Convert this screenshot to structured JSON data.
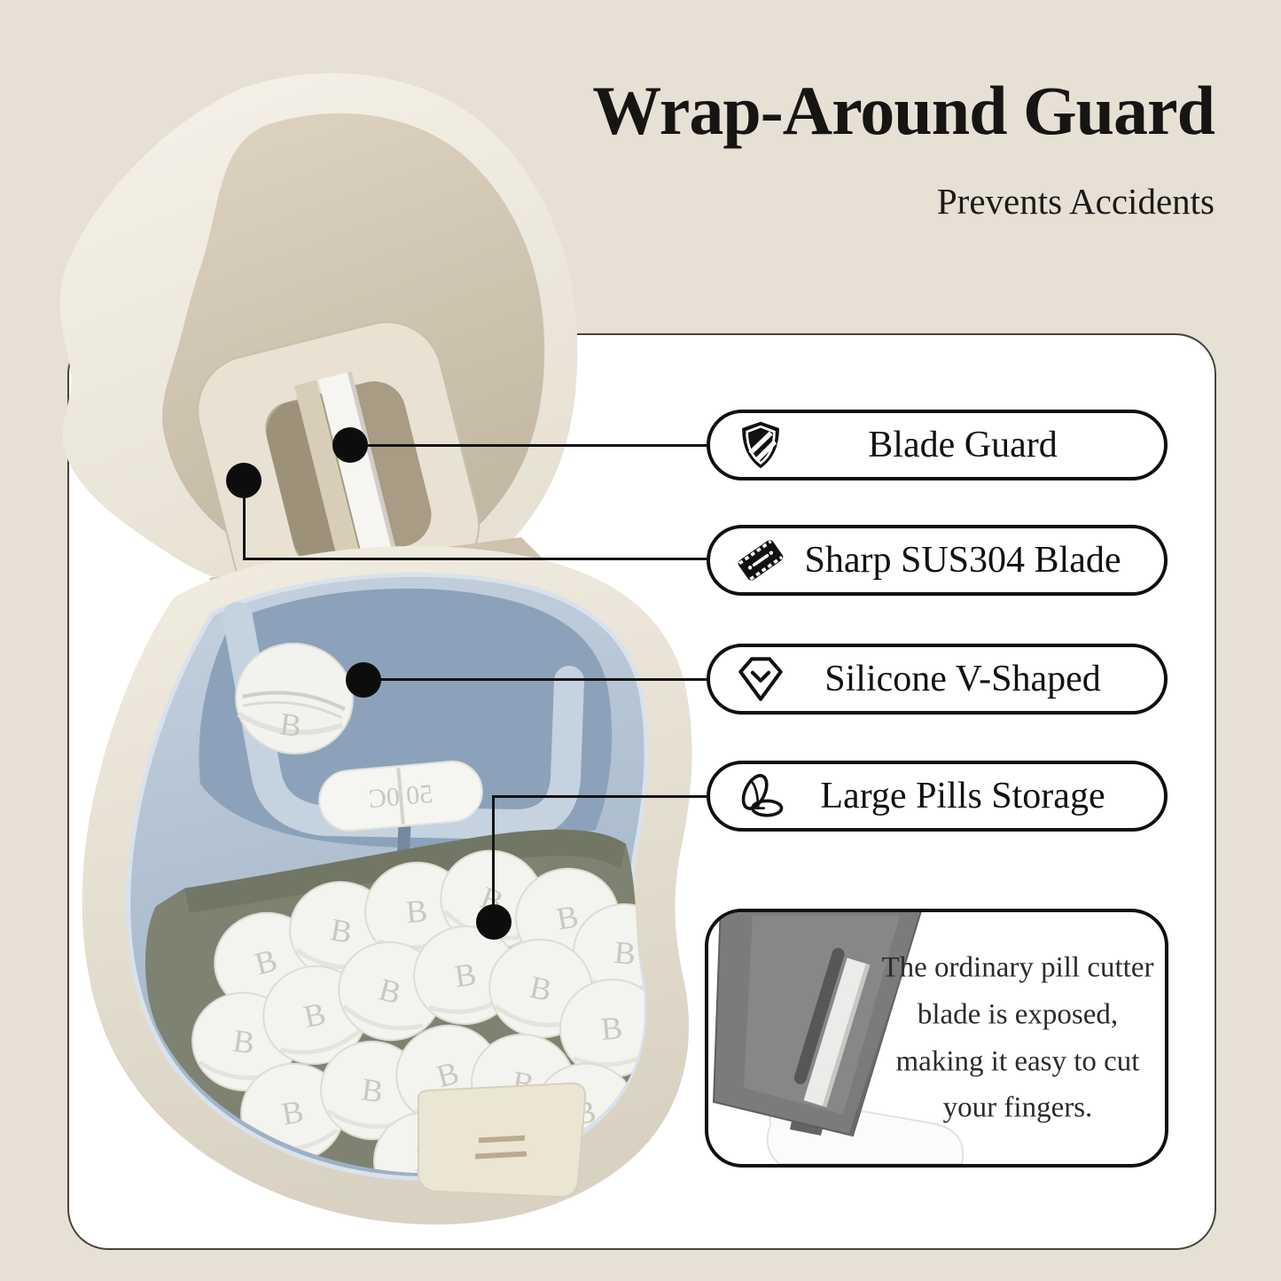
{
  "header": {
    "title": "Wrap-Around Guard",
    "subtitle": "Prevents Accidents"
  },
  "callouts": [
    {
      "id": "blade-guard",
      "icon": "shield-icon",
      "label": "Blade Guard"
    },
    {
      "id": "sus304-blade",
      "icon": "razor-blade-icon",
      "label": "Sharp SUS304 Blade"
    },
    {
      "id": "silicone-v",
      "icon": "diamond-check-icon",
      "label": "Silicone V-Shaped"
    },
    {
      "id": "pill-storage",
      "icon": "pills-icon",
      "label": "Large Pills Storage"
    }
  ],
  "info_box": {
    "text": "The ordinary pill cutter blade is exposed, making it easy to cut your fingers."
  },
  "product": {
    "pill_letter": "B",
    "oblong_marking": "50 0C"
  },
  "colors": {
    "background": "#e6e0d5",
    "panel": "#ffffff",
    "outline": "#101010",
    "shell_cream": "#efeadf",
    "lid_inner_tan": "#d4cab7",
    "tray_blue": "#a9bdd2",
    "storage_olive": "#7e8371",
    "ordinary_cutter_gray": "#7b7b7b"
  }
}
